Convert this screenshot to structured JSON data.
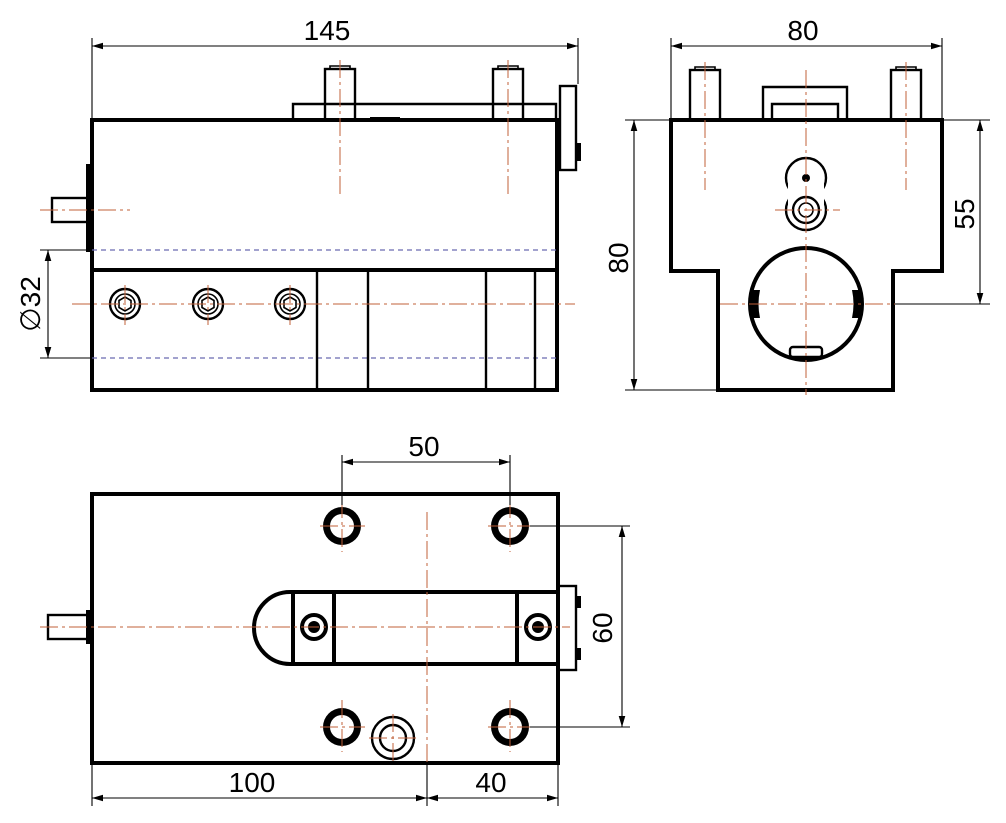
{
  "dimensions": {
    "front_width": "145",
    "side_width": "80",
    "side_height_total": "80",
    "side_height_upper": "55",
    "bore_diameter": "32",
    "top_pin_spacing": "50",
    "top_pin_depth": "60",
    "bottom_left": "100",
    "bottom_right": "40"
  },
  "symbols": {
    "diameter": "∅"
  }
}
